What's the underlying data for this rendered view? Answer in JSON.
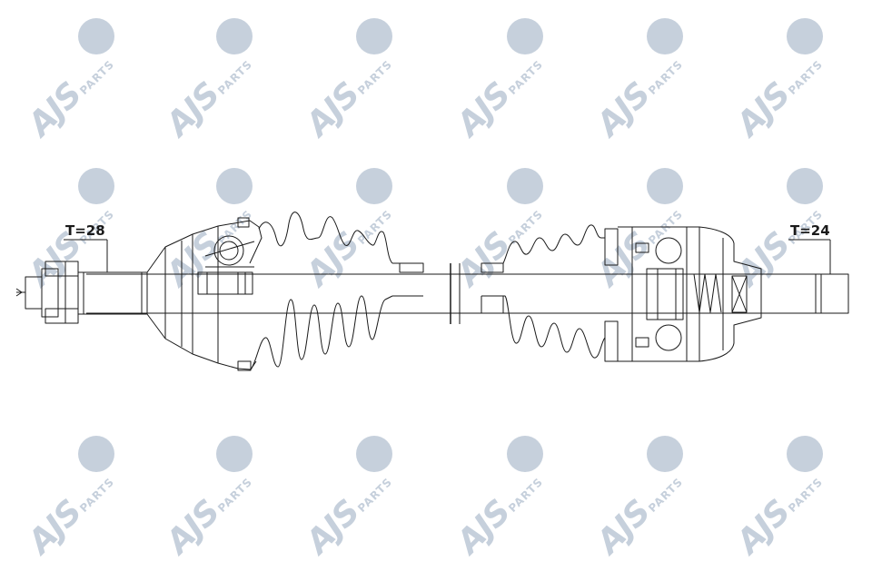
{
  "labels": {
    "left_spline": "T=28",
    "right_spline": "T=24"
  },
  "watermark": {
    "brand": "AJS",
    "suffix": "PARTS",
    "color": "#c6d0dc",
    "rows": 3,
    "columns": 6
  },
  "line_color": "#1a1a1a"
}
